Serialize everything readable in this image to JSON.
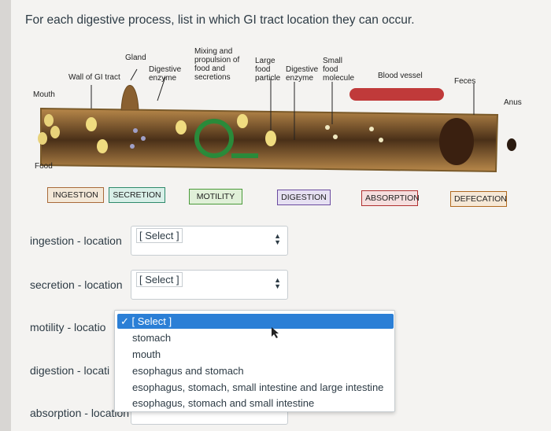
{
  "question": "For each digestive process, list in which GI tract location they can occur.",
  "figure": {
    "labels": {
      "gland": "Gland",
      "wall": "Wall of GI tract",
      "enzyme": "Digestive enzyme",
      "mixing": "Mixing and propulsion of food and secretions",
      "large": "Large food particle",
      "dig_enzyme2": "Digestive enzyme",
      "small": "Small food molecule",
      "blood": "Blood vessel",
      "feces": "Feces",
      "anus": "Anus",
      "mouth": "Mouth",
      "food": "Food"
    },
    "processes": {
      "ingestion": "INGESTION",
      "secretion": "SECRETION",
      "motility": "MOTILITY",
      "digestion": "DIGESTION",
      "absorption": "ABSORPTION",
      "defecation": "DEFECATION"
    },
    "colors": {
      "ingestion": "#a86a3a",
      "secretion": "#2e8a6b",
      "motility": "#4a9a3a",
      "digestion": "#6a4aa0",
      "absorption": "#b03030",
      "defecation": "#b06a20"
    }
  },
  "rows": [
    {
      "label": "ingestion - location",
      "value": "[ Select ]"
    },
    {
      "label": "secretion - location",
      "value": "[ Select ]"
    },
    {
      "label": "motility - locatio"
    },
    {
      "label": "digestion - locati"
    },
    {
      "label": "absorption - location"
    }
  ],
  "dropdown": {
    "options": [
      "✓ [ Select ]",
      "stomach",
      "mouth",
      "esophagus and stomach",
      "esophagus, stomach, small intestine and large intestine",
      "esophagus, stomach and small intestine"
    ]
  }
}
